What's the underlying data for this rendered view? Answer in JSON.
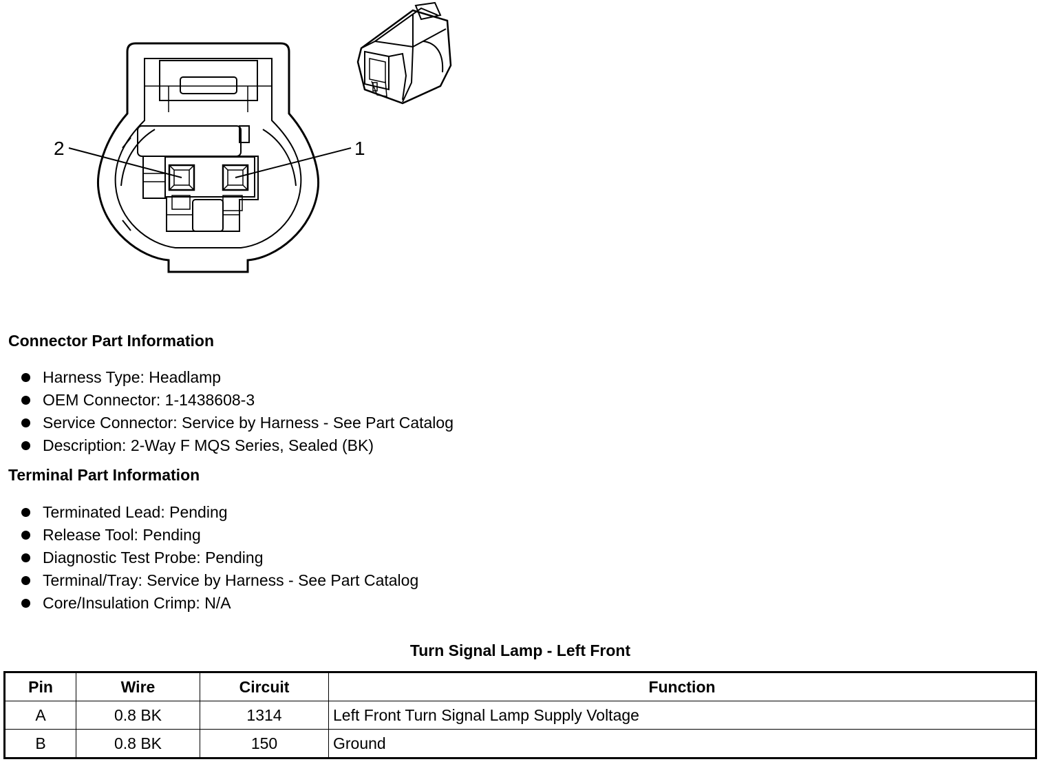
{
  "diagram": {
    "pin_labels": [
      "2",
      "1"
    ]
  },
  "connector_info": {
    "title": "Connector Part Information",
    "items": [
      "Harness Type: Headlamp",
      "OEM Connector: 1-1438608-3",
      "Service Connector: Service by Harness - See Part Catalog",
      "Description: 2-Way F MQS Series, Sealed (BK)"
    ]
  },
  "terminal_info": {
    "title": "Terminal Part Information",
    "items": [
      "Terminated Lead: Pending",
      "Release Tool: Pending",
      "Diagnostic Test Probe: Pending",
      "Terminal/Tray: Service by Harness - See Part Catalog",
      "Core/Insulation Crimp: N/A"
    ]
  },
  "pin_table": {
    "caption": "Turn Signal Lamp - Left Front",
    "headers": [
      "Pin",
      "Wire",
      "Circuit",
      "Function"
    ],
    "rows": [
      [
        "A",
        "0.8 BK",
        "1314",
        "Left Front Turn Signal Lamp Supply Voltage"
      ],
      [
        "B",
        "0.8 BK",
        "150",
        "Ground"
      ]
    ]
  }
}
